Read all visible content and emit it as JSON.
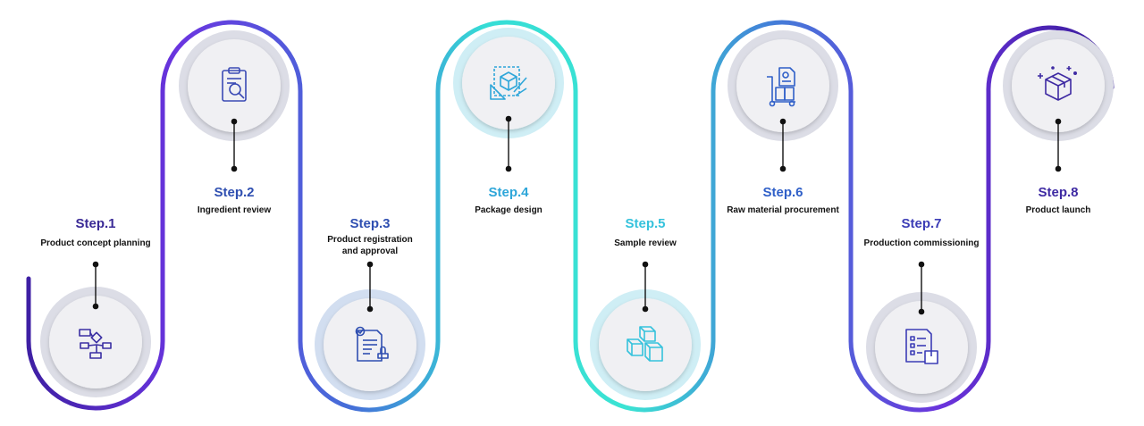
{
  "colors": {
    "purple_dark": "#3e1fa3",
    "purple": "#6a35e0",
    "blue": "#3f6fd6",
    "teal": "#36ddd6",
    "cyan": "#31a9dd",
    "circle_fill": "#f0f0f3",
    "ring_gray": "#dcdde6",
    "ring_blue": "#d2def0",
    "ring_cyan": "#cfeef5",
    "dot": "#111111"
  },
  "steps": [
    {
      "title": "Step.1",
      "desc": "Product concept planning",
      "icon": "flowchart-icon",
      "title_color": "#3a2a96"
    },
    {
      "title": "Step.2",
      "desc": "Ingredient review",
      "icon": "clipboard-magnifier-icon",
      "title_color": "#2f4fb1"
    },
    {
      "title": "Step.3",
      "desc": "Product registration and approval",
      "icon": "certificate-stamp-icon",
      "title_color": "#2f4fb1"
    },
    {
      "title": "Step.4",
      "desc": "Package design",
      "icon": "package-blueprint-icon",
      "title_color": "#2ea6d9"
    },
    {
      "title": "Step.5",
      "desc": "Sample review",
      "icon": "stacked-boxes-icon",
      "title_color": "#35c2dc"
    },
    {
      "title": "Step.6",
      "desc": "Raw material procurement",
      "icon": "hand-truck-document-icon",
      "title_color": "#2f5fc8"
    },
    {
      "title": "Step.7",
      "desc": "Production commissioning",
      "icon": "checklist-box-icon",
      "title_color": "#3c3db6"
    },
    {
      "title": "Step.8",
      "desc": "Product launch",
      "icon": "sparkle-box-icon",
      "title_color": "#3e2aa3"
    }
  ]
}
